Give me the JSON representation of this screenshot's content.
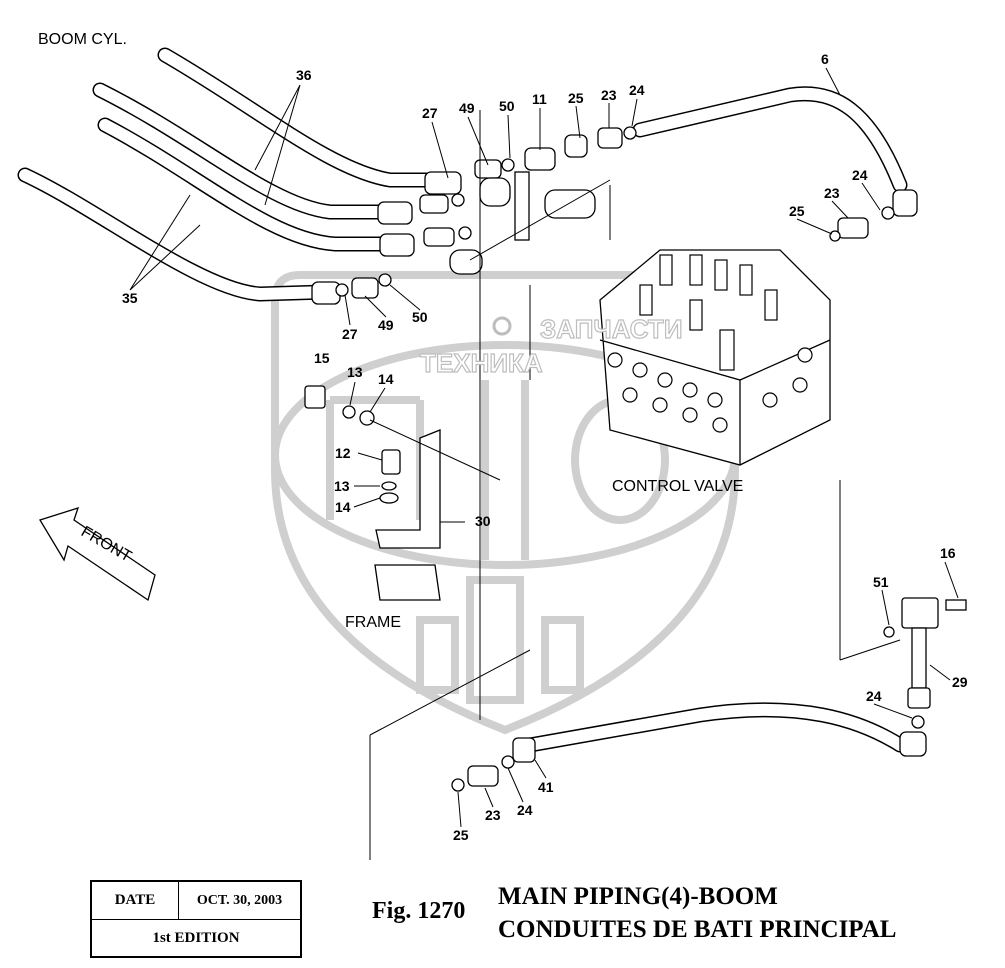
{
  "diagram": {
    "labels": {
      "boom_cyl": "BOOM CYL.",
      "control_valve": "CONTROL VALVE",
      "frame": "FRAME",
      "front": "FRONT"
    },
    "part_numbers": {
      "p36": "36",
      "p6": "6",
      "p27a": "27",
      "p49a": "49",
      "p50a": "50",
      "p11": "11",
      "p25a": "25",
      "p23a": "23",
      "p24a": "24",
      "p24b": "24",
      "p23b": "23",
      "p25b": "25",
      "p35": "35",
      "p27b": "27",
      "p49b": "49",
      "p50b": "50",
      "p15": "15",
      "p13a": "13",
      "p14a": "14",
      "p12": "12",
      "p13b": "13",
      "p14b": "14",
      "p30": "30",
      "p16": "16",
      "p51": "51",
      "p29": "29",
      "p24c": "24",
      "p41": "41",
      "p25c": "25",
      "p23c": "23",
      "p24d": "24"
    },
    "watermark": {
      "text_left": "ТЕХНИКА",
      "text_right": "ЗАПЧАСТИ",
      "logo": "ЭПФ"
    }
  },
  "title_block": {
    "date_label": "DATE",
    "date_value": "OCT. 30, 2003",
    "edition": "1st EDITION",
    "fig": "Fig. 1270",
    "title_en": "MAIN PIPING(4)-BOOM",
    "title_fr": "CONDUITES DE BATI PRINCIPAL"
  }
}
